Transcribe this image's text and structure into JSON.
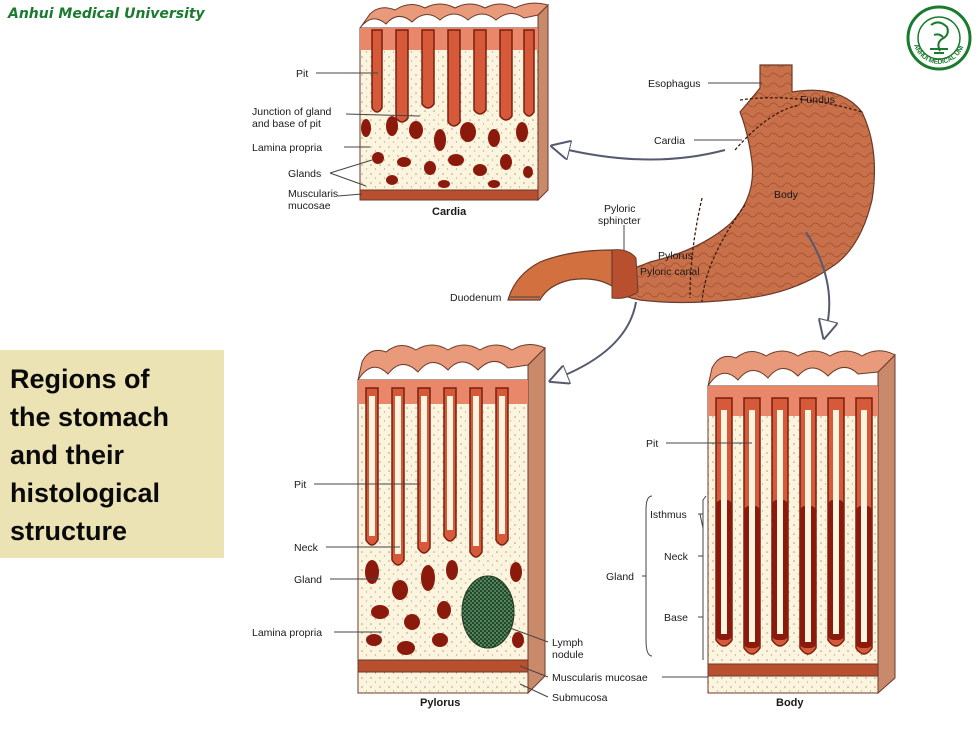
{
  "header": {
    "title": "Anhui Medical University"
  },
  "side_box": {
    "lines": [
      "Regions of",
      "the stomach",
      "and their",
      "histological",
      "structure"
    ]
  },
  "seal": {
    "text": "ANHUI MEDICAL UNIVERSITY"
  },
  "cardia_panel": {
    "title": "Cardia",
    "labels": {
      "pit": "Pit",
      "junction_1": "Junction of gland",
      "junction_2": "and base of pit",
      "lamina_propria": "Lamina propria",
      "glands": "Glands",
      "muscularis_1": "Muscularis",
      "muscularis_2": "mucosae"
    }
  },
  "stomach": {
    "labels": {
      "esophagus": "Esophagus",
      "fundus": "Fundus",
      "cardia": "Cardia",
      "body": "Body",
      "pyloric_sphincter_1": "Pyloric",
      "pyloric_sphincter_2": "sphincter",
      "pylorus": "Pylorus",
      "pyloric_canal": "Pyloric canal",
      "duodenum": "Duodenum"
    }
  },
  "pylorus_panel": {
    "title": "Pylorus",
    "labels": {
      "pit": "Pit",
      "neck": "Neck",
      "gland": "Gland",
      "lamina_propria": "Lamina propria",
      "lymph_1": "Lymph",
      "lymph_2": "nodule",
      "muscularis_mucosae": "Muscularis mucosae",
      "submucosa": "Submucosa"
    }
  },
  "body_panel": {
    "title": "Body",
    "labels": {
      "pit": "Pit",
      "isthmus": "Isthmus",
      "neck": "Neck",
      "gland": "Gland",
      "base": "Base"
    }
  },
  "colors": {
    "tissue": "#e07a5a",
    "gland": "#8c1a0c",
    "stroma": "#fbf4df",
    "stomach": "#c8704a",
    "box": "#ece3b5",
    "brand": "#1a7a2e"
  }
}
